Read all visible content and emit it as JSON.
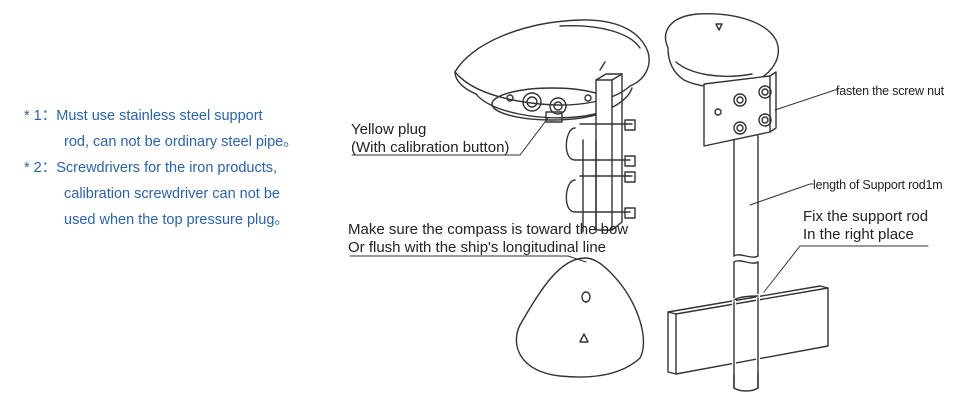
{
  "notes": [
    {
      "marker": "* 1：",
      "text": "Must use stainless steel support"
    },
    {
      "text": "rod, can not be ordinary steel pipe。"
    },
    {
      "marker": "* 2：",
      "text": "Screwdrivers for the iron products,"
    },
    {
      "text": "calibration screwdriver can not be"
    },
    {
      "text": "used when the top pressure plug。"
    }
  ],
  "labels": {
    "yellow_plug_line1": "Yellow plug",
    "yellow_plug_line2": "(With calibration button)",
    "compass_line1": "Make sure the compass is toward the bow",
    "compass_line2": "Or flush with the ship's longitudinal line",
    "fasten_nut": "fasten the screw nut",
    "rod_length": "length of Support rod1m",
    "fix_rod_line1": "Fix the support rod",
    "fix_rod_line2": "In the right place"
  },
  "colors": {
    "note_text": "#2b63a8",
    "line_art": "#333333",
    "label_text": "#222222"
  }
}
